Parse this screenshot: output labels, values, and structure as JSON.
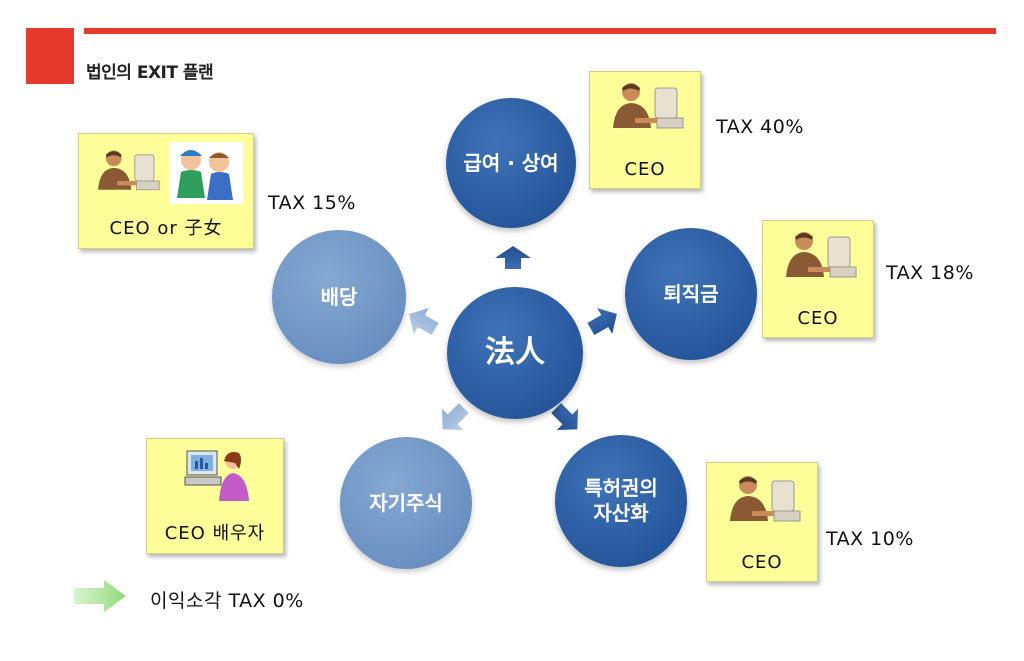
{
  "header": {
    "title": "법인의 EXIT 플랜"
  },
  "center": {
    "label": "法人"
  },
  "nodes": {
    "salary": {
      "label": "급여 · 상여",
      "recipient": "CEO",
      "tax": "TAX  40%"
    },
    "severance": {
      "label": "퇴직금",
      "recipient": "CEO",
      "tax": "TAX  18%"
    },
    "patent": {
      "label_line1": "특허권의",
      "label_line2": "자산화",
      "recipient": "CEO",
      "tax": "TAX  10%"
    },
    "treasury": {
      "label": "자기주식",
      "recipient": "CEO  배우자"
    },
    "dividend": {
      "label": "배당",
      "recipient": "CEO  or  子女",
      "tax": "TAX  15%"
    }
  },
  "legend": {
    "label": "이익소각  TAX  0%"
  },
  "colors": {
    "accent_red": "#e63a2e",
    "dark_circle": "#27579c",
    "light_circle": "#6a91c2",
    "note_yellow": "#ffff99"
  },
  "icons": [
    "businessman-computer-icon",
    "children-icon",
    "woman-computer-icon",
    "arrow-icon"
  ]
}
